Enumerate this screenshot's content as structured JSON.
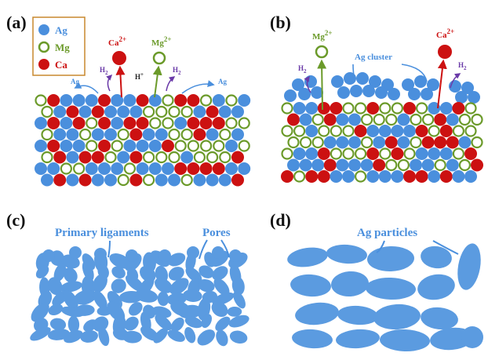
{
  "panels": {
    "a": {
      "label": "(a)"
    },
    "b": {
      "label": "(b)"
    },
    "c": {
      "label": "(c)"
    },
    "d": {
      "label": "(d)"
    }
  },
  "legend": {
    "ag": "Ag",
    "mg": "Mg",
    "ca": "Ca"
  },
  "labels_a": {
    "ca_ion": "Ca",
    "ca_charge": "2+",
    "mg_ion": "Mg",
    "mg_charge": "2+",
    "h2_left": "H",
    "h2_left_sub": "2",
    "h2_right": "H",
    "h2_right_sub": "2",
    "h_plus": "H",
    "h_plus_sup": "+",
    "ag_left": "Ag",
    "ag_right": "Ag"
  },
  "labels_b": {
    "mg_ion": "Mg",
    "mg_charge": "2+",
    "ca_ion": "Ca",
    "ca_charge": "2+",
    "h2_left": "H",
    "h2_left_sub": "2",
    "h2_right": "H",
    "h2_right_sub": "2",
    "ag_cluster": "Ag cluster"
  },
  "labels_c": {
    "primary_ligaments": "Primary ligaments",
    "pores": "Pores"
  },
  "labels_d": {
    "ag_particles": "Ag particles"
  },
  "colors": {
    "ag": "#4a8fdd",
    "mg_stroke": "#6b9a2a",
    "ca": "#cc1111",
    "legend_border": "#c8892e",
    "blue_text": "#4a8fdd",
    "ca_text": "#cc1111",
    "mg_text": "#6b9a2a",
    "h2_arrow": "#6a3aa8",
    "shape_fill": "#5b9be0"
  }
}
